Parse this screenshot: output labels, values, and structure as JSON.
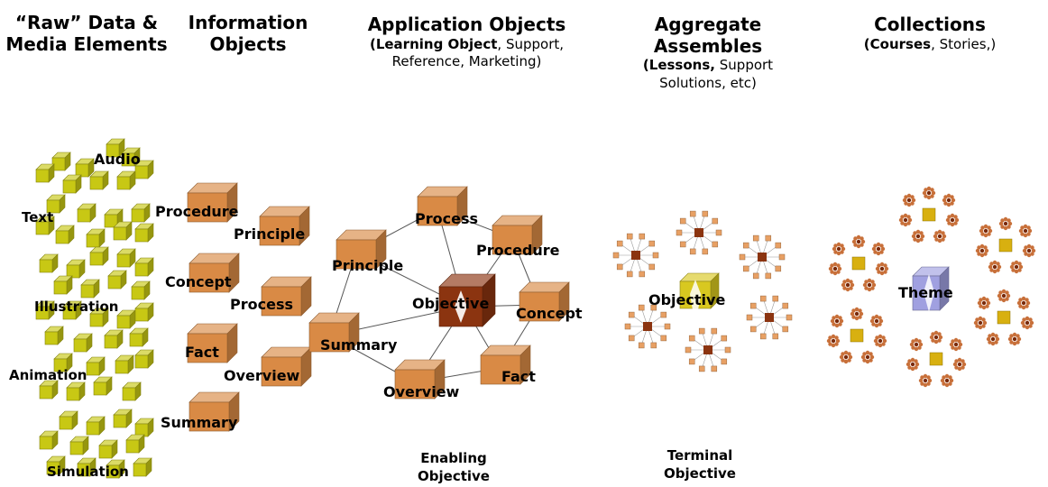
{
  "columns": [
    {
      "title": "“Raw” Data & Media Elements",
      "labels": [
        "Audio",
        "Text",
        "Illustration",
        "Animation",
        "Simulation"
      ]
    },
    {
      "title": "Information Objects",
      "labels": [
        "Procedure",
        "Principle",
        "Concept",
        "Process",
        "Fact",
        "Overview",
        "Summary"
      ]
    },
    {
      "title": "Application Objects",
      "subtitle_bold": "(Learning Object",
      "subtitle_rest": ", Support, Reference, Marketing)",
      "center_label": "Objective",
      "nodes": [
        "Process",
        "Procedure",
        "Principle",
        "Concept",
        "Summary",
        "Fact",
        "Overview"
      ],
      "footer": "Enabling Objective"
    },
    {
      "title": "Aggregate Assembles",
      "subtitle_bold": "(Lessons,",
      "subtitle_rest": "Support Solutions, etc)",
      "center_label": "Objective",
      "footer": "Terminal Objective"
    },
    {
      "title": "Collections",
      "subtitle_bold": "(Courses",
      "subtitle_rest": ", Stories,)",
      "center_label": "Theme"
    }
  ],
  "colors": {
    "raw_cube": "#c8c814",
    "info_cube": "#d98a45",
    "objective_cube": "#8b3410",
    "aggregate_center": "#d8c820",
    "theme_cube": "#a0a0e0",
    "lines": "#555555"
  }
}
